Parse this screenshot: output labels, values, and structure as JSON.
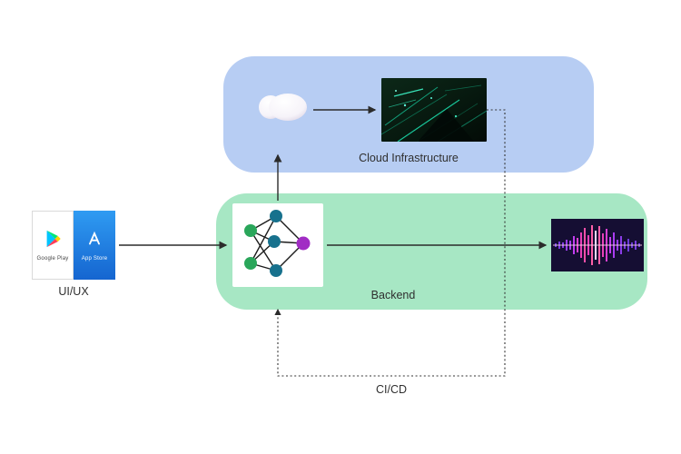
{
  "canvas": {
    "background": "#ffffff"
  },
  "groups": {
    "cloud": {
      "label": "Cloud Infrastructure",
      "fill": "#b7cdf3"
    },
    "backend": {
      "label": "Backend",
      "fill": "#a7e7c4"
    }
  },
  "uiux": {
    "label": "UI/UX",
    "google_play_label": "Google Play",
    "app_store_label": "App Store"
  },
  "cicd": {
    "label": "CI/CD",
    "style": "dotted"
  },
  "edges": [
    {
      "from": "uiux-badges",
      "to": "neural-network",
      "style": "solid"
    },
    {
      "from": "neural-network",
      "to": "cloud-group",
      "style": "solid"
    },
    {
      "from": "cloud-icon",
      "to": "circuit-board-image",
      "style": "solid"
    },
    {
      "from": "neural-network",
      "to": "waveform-image",
      "style": "solid"
    },
    {
      "from": "circuit-board-image",
      "to": "neural-network",
      "style": "dotted",
      "label": "CI/CD"
    }
  ],
  "icons": [
    "cloud-icon",
    "neural-network-icon",
    "circuit-board-image",
    "waveform-image",
    "google-play-icon",
    "app-store-icon"
  ],
  "colors": {
    "arrow": "#2b2b2b",
    "neural_input_node": "#2aa65a",
    "neural_hidden_node": "#17718d",
    "neural_output_node": "#a12cc4",
    "badge_blue": "#1e7ae8"
  }
}
